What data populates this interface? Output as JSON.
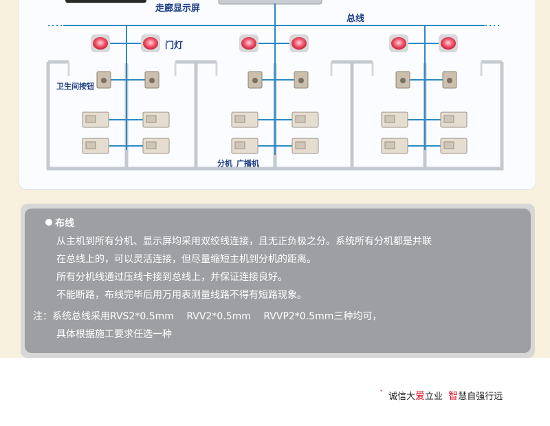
{
  "diagram": {
    "corridor_display_label": "走廊显示屏",
    "bus_label": "总线",
    "door_light_label": "门灯",
    "bathroom_button_label": "卫生间按钮",
    "extension_label": "分机",
    "speaker_label": "广播机"
  },
  "wiring": {
    "heading": "布线",
    "lines": [
      "从主机到所有分机、显示屏均采用双绞线连接，且无正负极之分。系统所有分机都是并联",
      "在总线上的，可以灵活连接，但尽量缩短主机到分机的距离。",
      "所有分机线通过压线卡接到总线上，并保证连接良好。",
      "不能断路，布线完毕后用万用表测量线路不得有短路现象。"
    ],
    "note_line1": "注：系统总线采用RVS2*0.5mm　 RVV2*0.5mm　 RVVP2*0.5mm三种均可，",
    "note_line2": "具体根据施工要求任选一种"
  },
  "slogan": {
    "part1": "诚信大",
    "part2": "爱",
    "part3": "立业",
    "part4": "智",
    "part5": "慧自强行远"
  },
  "colors": {
    "line_blue": "#2a8ac4",
    "lamp_red": "#e8344a",
    "text_blue": "#1e3e86"
  }
}
